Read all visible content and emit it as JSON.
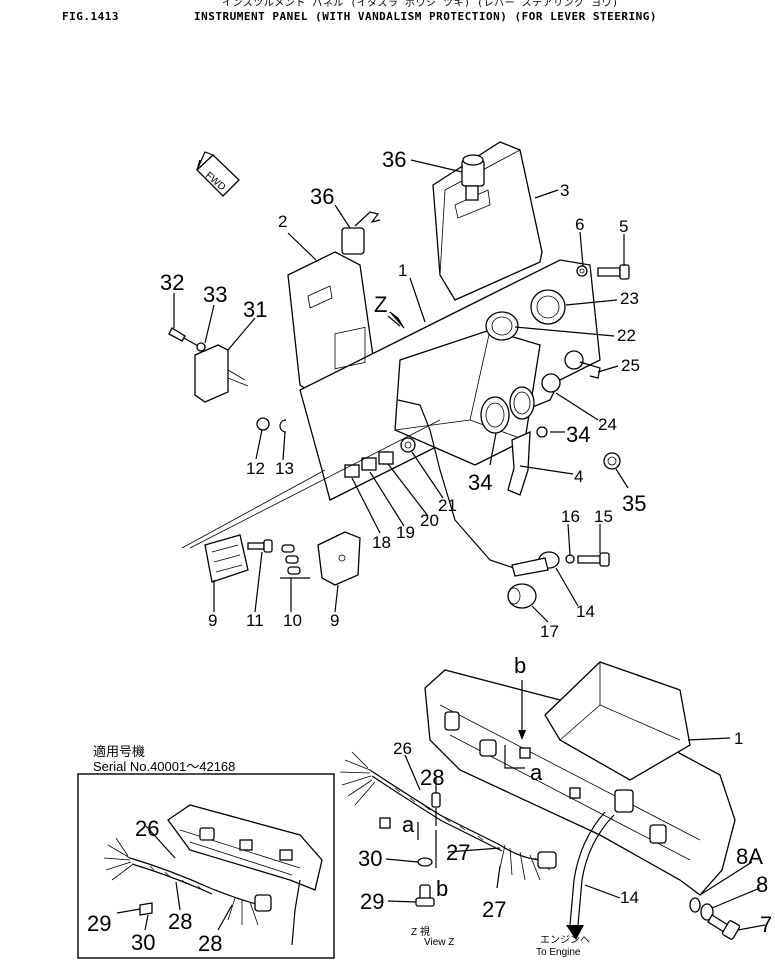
{
  "header": {
    "figure_no": "FIG.1413",
    "japanese_title": "インスツルメント パネル (イタズラ ボウシ ツキ) (レバー ステアリング ヨウ)",
    "title": "INSTRUMENT PANEL (WITH VANDALISM PROTECTION) (FOR LEVER STEERING)"
  },
  "fwd_label": "FWD",
  "view_marker": "Z",
  "inset": {
    "title_jp": "適用号機",
    "serial": "Serial  No.40001～42168"
  },
  "view_z": {
    "jp": "Z 視",
    "en": "View Z"
  },
  "to_engine": {
    "jp": "エンジンへ",
    "en": "To Engine"
  },
  "callouts": {
    "c36a": "36",
    "c36b": "36",
    "c3": "3",
    "c2": "2",
    "c6": "6",
    "c5": "5",
    "c32": "32",
    "c33": "33",
    "c31": "31",
    "c1": "1",
    "c23": "23",
    "c22": "22",
    "c25": "25",
    "c24": "24",
    "c34a": "34",
    "c34b": "34",
    "c4": "4",
    "c35": "35",
    "c12": "12",
    "c13": "13",
    "c21": "21",
    "c18": "18",
    "c19": "19",
    "c20": "20",
    "c16": "16",
    "c15": "15",
    "c14": "14",
    "c17": "17",
    "c9a": "9",
    "c11": "11",
    "c10": "10",
    "c9b": "9",
    "b1": "b",
    "a1": "a",
    "c1b": "1",
    "c26": "26",
    "c28": "28",
    "a2": "a",
    "c27a": "27",
    "c30": "30",
    "b2": "b",
    "c29": "29",
    "c27b": "27",
    "c14b": "14",
    "c8a": "8A",
    "c8": "8",
    "c7": "7",
    "i26": "26",
    "i29": "29",
    "i30": "30",
    "i28a": "28",
    "i28b": "28"
  }
}
